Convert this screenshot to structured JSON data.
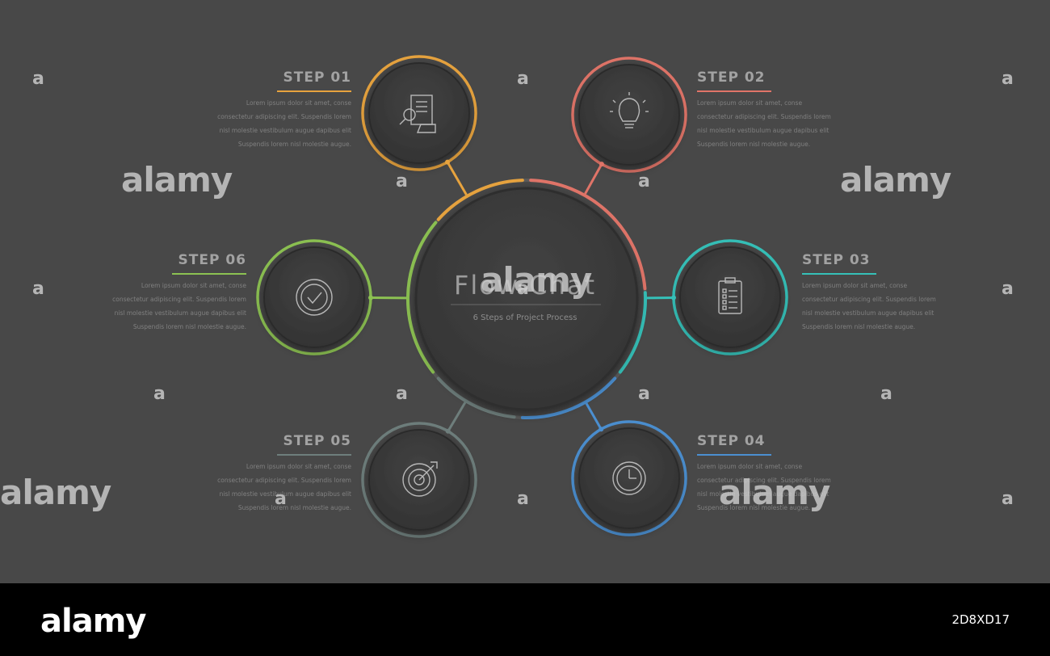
{
  "diagram": {
    "title": "Flow Chat",
    "subtitle": "6 Steps of Project Process",
    "steps": [
      {
        "label": "STEP 01",
        "color": "#e7a33e",
        "icon": "document-search-icon",
        "body": [
          "Lorem ipsum dolor sit amet, conse",
          "consectetur adipiscing elit. Suspendis lorem",
          "nisl molestie vestibulum augue dapibus elit",
          "Suspendis lorem nisl molestie augue."
        ]
      },
      {
        "label": "STEP 02",
        "color": "#e07468",
        "icon": "lightbulb-icon",
        "body": [
          "Lorem ipsum dolor sit amet, conse",
          "consectetur adipiscing elit. Suspendis lorem",
          "nisl molestie vestibulum augue dapibus elit",
          "Suspendis lorem nisl molestie augue."
        ]
      },
      {
        "label": "STEP 03",
        "color": "#35c0b8",
        "icon": "clipboard-icon",
        "body": [
          "Lorem ipsum dolor sit amet, conse",
          "consectetur adipiscing elit. Suspendis lorem",
          "nisl molestie vestibulum augue dapibus elit",
          "Suspendis lorem nisl molestie augue."
        ]
      },
      {
        "label": "STEP 04",
        "color": "#4b8fd0",
        "icon": "clock-icon",
        "body": [
          "Lorem ipsum dolor sit amet, conse",
          "consectetur adipiscing elit. Suspendis lorem",
          "nisl molestie vestibulum augue dapibus elit",
          "Suspendis lorem nisl molestie augue."
        ]
      },
      {
        "label": "STEP 05",
        "color": "#6e7e7c",
        "icon": "target-icon",
        "body": [
          "Lorem ipsum dolor sit amet, conse",
          "consectetur adipiscing elit. Suspendis lorem",
          "nisl molestie vestibulum augue dapibus elit",
          "Suspendis lorem nisl molestie augue."
        ]
      },
      {
        "label": "STEP 06",
        "color": "#8cc152",
        "icon": "check-badge-icon",
        "body": [
          "Lorem ipsum dolor sit amet, conse",
          "consectetur adipiscing elit. Suspendis lorem",
          "nisl molestie vestibulum augue dapibus elit",
          "Suspendis lorem nisl molestie augue."
        ]
      }
    ]
  },
  "watermark": {
    "word": "alamy",
    "letter": "a"
  },
  "footer": {
    "logo": "alamy",
    "image_id": "2D8XD17"
  },
  "colors": {
    "background": "#484848",
    "circle_fill": "#3b3b3b",
    "footer": "#000000"
  }
}
